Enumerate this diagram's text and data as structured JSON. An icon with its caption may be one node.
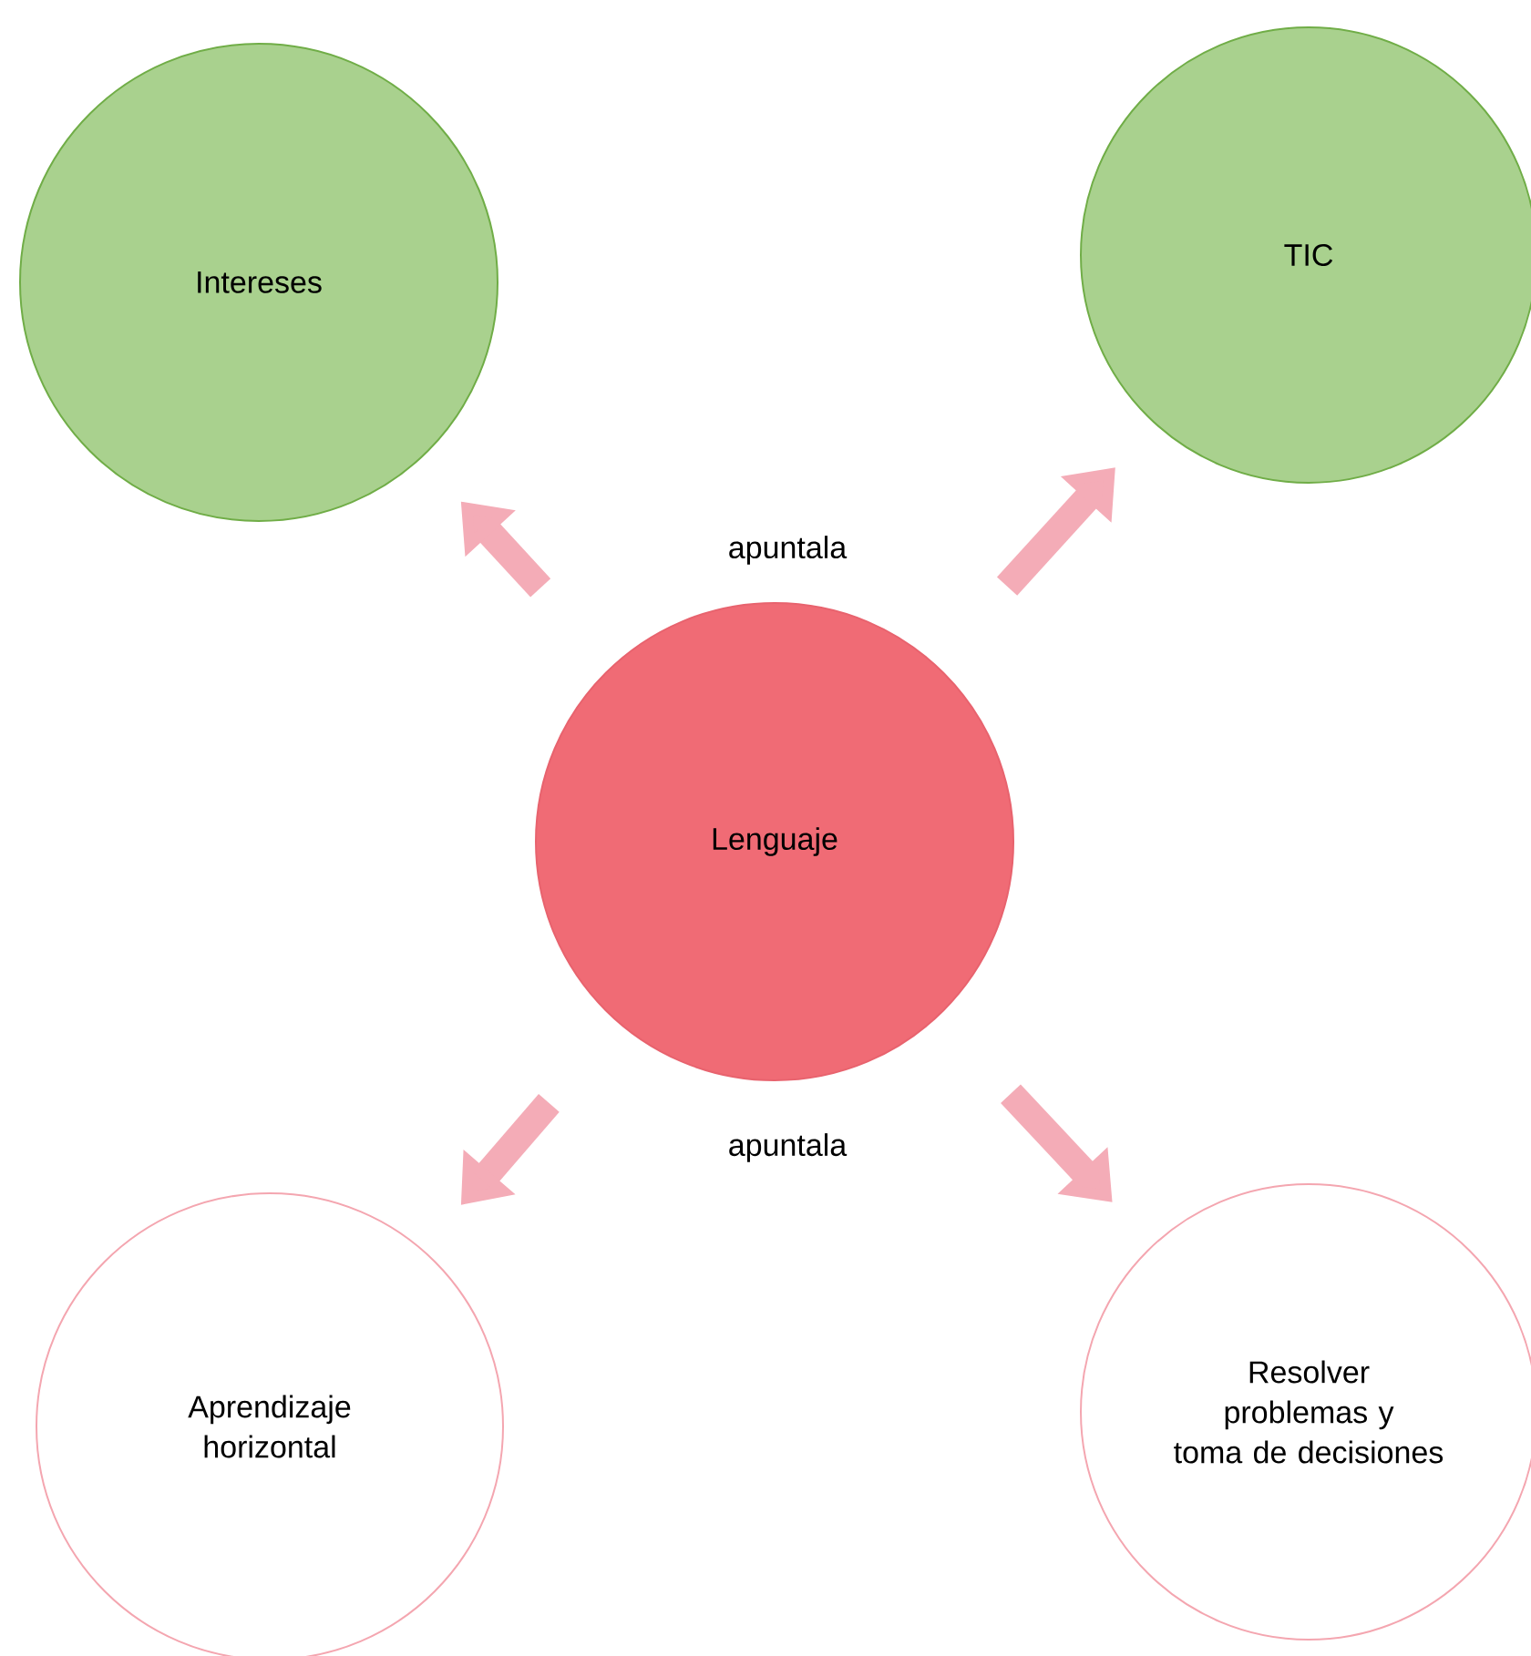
{
  "diagram": {
    "nodes": [
      {
        "text": [
          "Intereses"
        ]
      },
      {
        "text": [
          "TIC"
        ]
      },
      {
        "text": [
          "Lenguaje"
        ]
      },
      {
        "text": [
          "Aprendizaje horizontal"
        ]
      },
      {
        "text": [
          "Resolver problemas y toma de decisiones"
        ]
      }
    ],
    "edges": [
      {
        "from": 2,
        "to": 0,
        "arrow": "to"
      },
      {
        "from": 2,
        "to": 1,
        "arrow": "to"
      },
      {
        "from": 2,
        "to": 3,
        "arrow": "to"
      },
      {
        "from": 2,
        "to": 4,
        "arrow": "to"
      }
    ],
    "labels": [
      "apuntala",
      "apuntala"
    ]
  }
}
